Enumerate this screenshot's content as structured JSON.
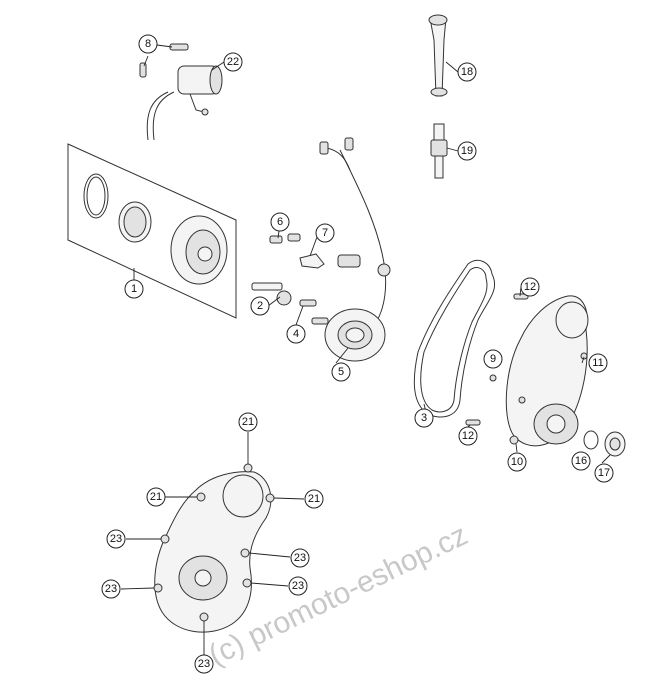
{
  "watermark": "(c) promoto-eshop.cz",
  "callouts": [
    {
      "id": "c8",
      "label": "8"
    },
    {
      "id": "c22",
      "label": "22"
    },
    {
      "id": "c18",
      "label": "18"
    },
    {
      "id": "c19",
      "label": "19"
    },
    {
      "id": "c6",
      "label": "6"
    },
    {
      "id": "c7",
      "label": "7"
    },
    {
      "id": "c1",
      "label": "1"
    },
    {
      "id": "c2",
      "label": "2"
    },
    {
      "id": "c4",
      "label": "4"
    },
    {
      "id": "c5",
      "label": "5"
    },
    {
      "id": "c12a",
      "label": "12"
    },
    {
      "id": "c9",
      "label": "9"
    },
    {
      "id": "c11",
      "label": "11"
    },
    {
      "id": "c3",
      "label": "3"
    },
    {
      "id": "c12b",
      "label": "12"
    },
    {
      "id": "c10",
      "label": "10"
    },
    {
      "id": "c16",
      "label": "16"
    },
    {
      "id": "c17",
      "label": "17"
    },
    {
      "id": "c21a",
      "label": "21"
    },
    {
      "id": "c21b",
      "label": "21"
    },
    {
      "id": "c21c",
      "label": "21"
    },
    {
      "id": "c23a",
      "label": "23"
    },
    {
      "id": "c23b",
      "label": "23"
    },
    {
      "id": "c23c",
      "label": "23"
    },
    {
      "id": "c23d",
      "label": "23"
    },
    {
      "id": "c23e",
      "label": "23"
    }
  ]
}
